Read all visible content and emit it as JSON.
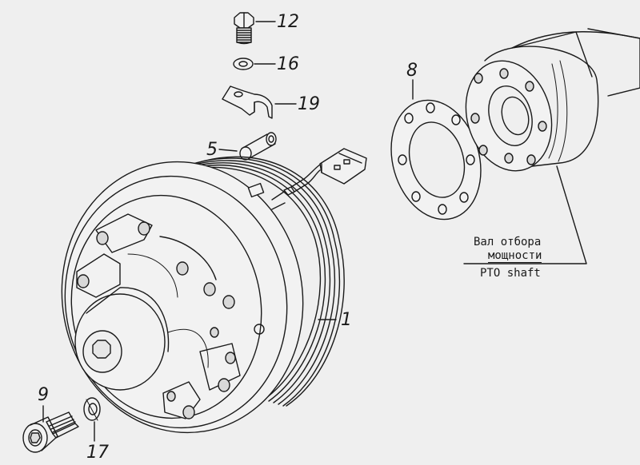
{
  "colors": {
    "background": "#efefef",
    "line": "#1a1a1a"
  },
  "callouts": {
    "part_12": "12",
    "part_16": "16",
    "part_19": "19",
    "part_5": "5",
    "part_8": "8",
    "part_1": "1",
    "part_9": "9",
    "part_17": "17"
  },
  "pto_label": {
    "line1": "Вал отбора",
    "line2": "мощности",
    "line3": "PTO shaft"
  }
}
